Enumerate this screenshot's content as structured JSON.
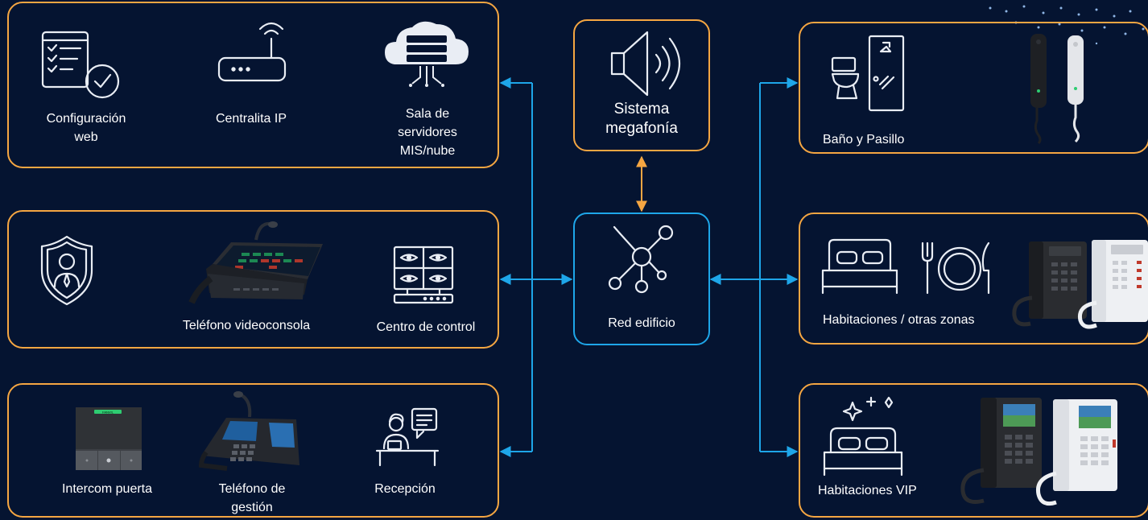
{
  "colors": {
    "background": "#051431",
    "frame_orange": "#f5a642",
    "frame_blue": "#1ea6e9",
    "connector_blue": "#1ea6e9",
    "connector_orange": "#f5a642",
    "text": "#ffffff"
  },
  "center": {
    "label": "Red edificio",
    "icon": "network-hub-icon"
  },
  "pa": {
    "label_line1": "Sistema",
    "label_line2": "megafonía",
    "icon": "speaker-icon"
  },
  "left_top": {
    "items": [
      {
        "icon": "web-checklist-icon",
        "label_line1": "Configuración",
        "label_line2": "web"
      },
      {
        "icon": "router-icon",
        "label_line1": "Centralita IP"
      },
      {
        "icon": "cloud-server-icon",
        "label_line1": "Sala de",
        "label_line2": "servidores",
        "label_line3": "MIS/nube"
      }
    ]
  },
  "left_mid": {
    "items": [
      {
        "icon": "security-shield-icon",
        "label_line1": ""
      },
      {
        "icon": "video-console-phone-image",
        "label_line1": "Teléfono videoconsola"
      },
      {
        "icon": "monitor-wall-icon",
        "label_line1": "Centro de control"
      }
    ]
  },
  "left_bot": {
    "items": [
      {
        "icon": "door-intercom-image",
        "label_line1": "Intercom puerta",
        "panel_text": "FANVIL"
      },
      {
        "icon": "management-phone-image",
        "label_line1": "Teléfono de",
        "label_line2": "gestión"
      },
      {
        "icon": "receptionist-icon",
        "label_line1": "Recepción"
      }
    ]
  },
  "right_top": {
    "label": "Baño y Pasillo",
    "icons": [
      "toilet-shower-icon",
      "handset-phone-image"
    ]
  },
  "right_mid": {
    "label": "Habitaciones / otras zonas",
    "icons": [
      "bed-icon",
      "dining-icon",
      "hotel-phone-image"
    ]
  },
  "right_bot": {
    "label": "Habitaciones VIP",
    "icons": [
      "vip-bed-icon",
      "video-hotel-phone-image"
    ]
  }
}
